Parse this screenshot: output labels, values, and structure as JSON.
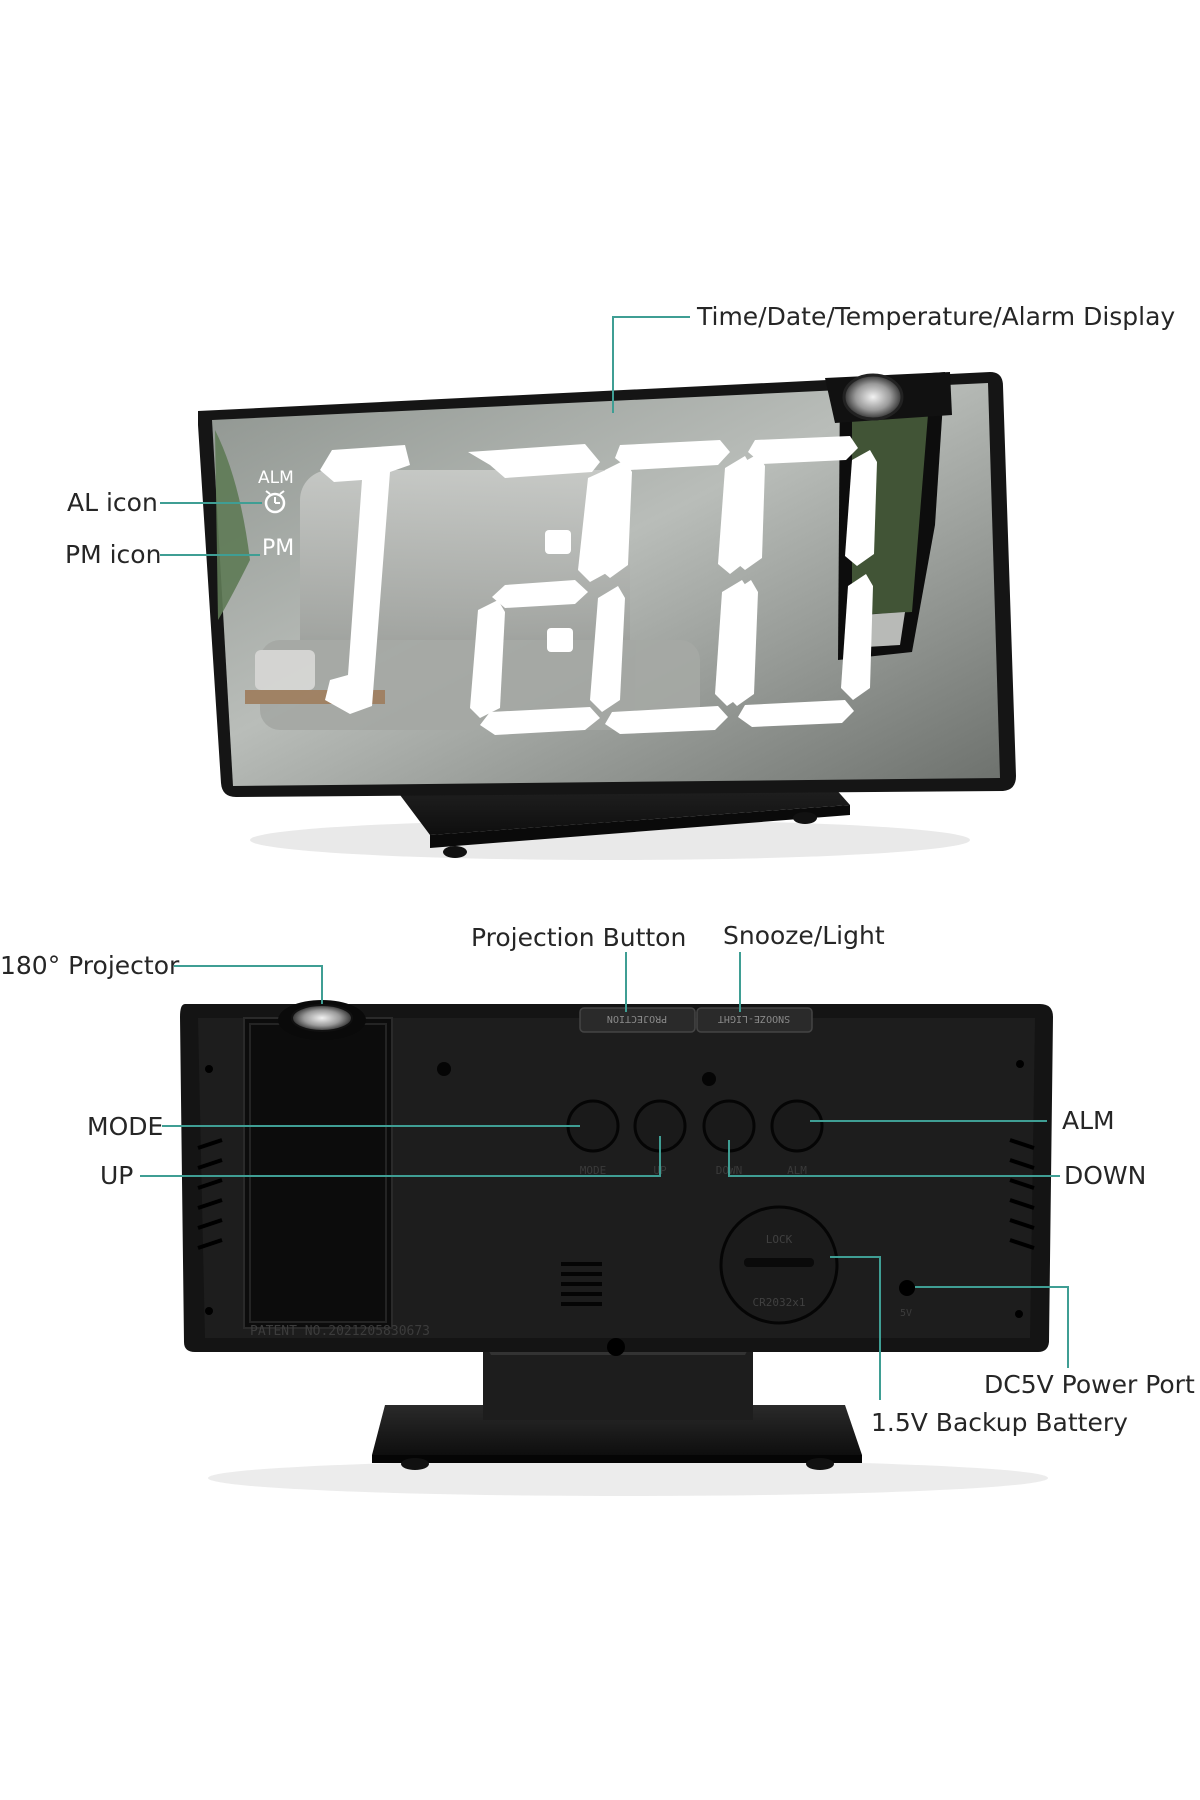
{
  "front": {
    "time_digits": "12:00",
    "alm_indicator": "ALM",
    "pm_indicator": "PM"
  },
  "back": {
    "projection_button_label": "PROJECTION",
    "snooze_button_label": "SNOOZE-LIGHT",
    "button_labels": [
      "MODE",
      "UP",
      "DOWN",
      "ALM"
    ],
    "battery_cover_text": "LOCK",
    "battery_model": "CR2032x1",
    "patent_text": "PATENT NO.2021205830673",
    "power_port_text": "5V"
  },
  "callouts": {
    "display": "Time/Date/Temperature/Alarm Display",
    "al_icon": "AL icon",
    "pm_icon": "PM icon",
    "projection_button": "Projection Button",
    "snooze_light": "Snooze/Light",
    "projector": "180° Projector",
    "mode": "MODE",
    "up": "UP",
    "alm": "ALM",
    "down": "DOWN",
    "power_port": "DC5V Power Port",
    "backup_battery": "1.5V Backup Battery"
  },
  "colors": {
    "callout_line": "#3f9e94",
    "device_body": "#151515",
    "digit": "#ffffff"
  }
}
